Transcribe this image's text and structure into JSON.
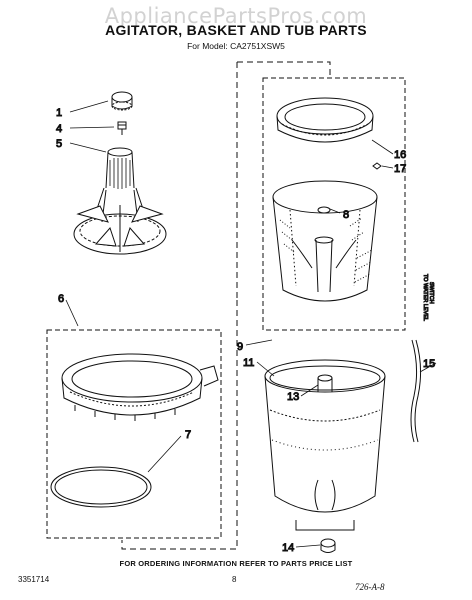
{
  "watermark": "AppliancePartsPros.com",
  "title": "AGITATOR, BASKET AND TUB PARTS",
  "model_line": "For Model: CA2751XSW5",
  "callouts": [
    "1",
    "4",
    "5",
    "6",
    "7",
    "8",
    "9",
    "11",
    "13",
    "14",
    "15",
    "16",
    "17"
  ],
  "side_note": [
    "TO WATER LEVEL",
    "SWITCH"
  ],
  "footer_note": "FOR ORDERING INFORMATION REFER TO PARTS PRICE LIST",
  "part_number": "3351714",
  "page_number": "8",
  "doc_code": "726-A-8"
}
